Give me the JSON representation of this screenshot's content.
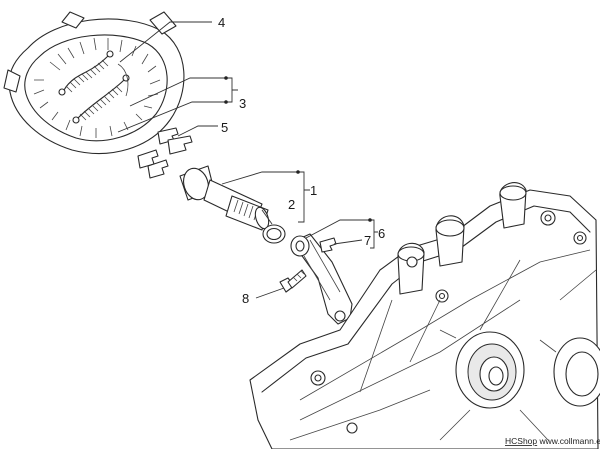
{
  "callouts": [
    {
      "id": "c1",
      "label": "1"
    },
    {
      "id": "c2",
      "label": "2"
    },
    {
      "id": "c3",
      "label": "3"
    },
    {
      "id": "c4",
      "label": "4"
    },
    {
      "id": "c5",
      "label": "5"
    },
    {
      "id": "c6",
      "label": "6"
    },
    {
      "id": "c7",
      "label": "7"
    },
    {
      "id": "c8",
      "label": "8"
    }
  ],
  "credit": {
    "shop": "HCShop",
    "site": " www.collmann.eu"
  },
  "colors": {
    "line": "#2a2a2a",
    "background": "#ffffff"
  }
}
